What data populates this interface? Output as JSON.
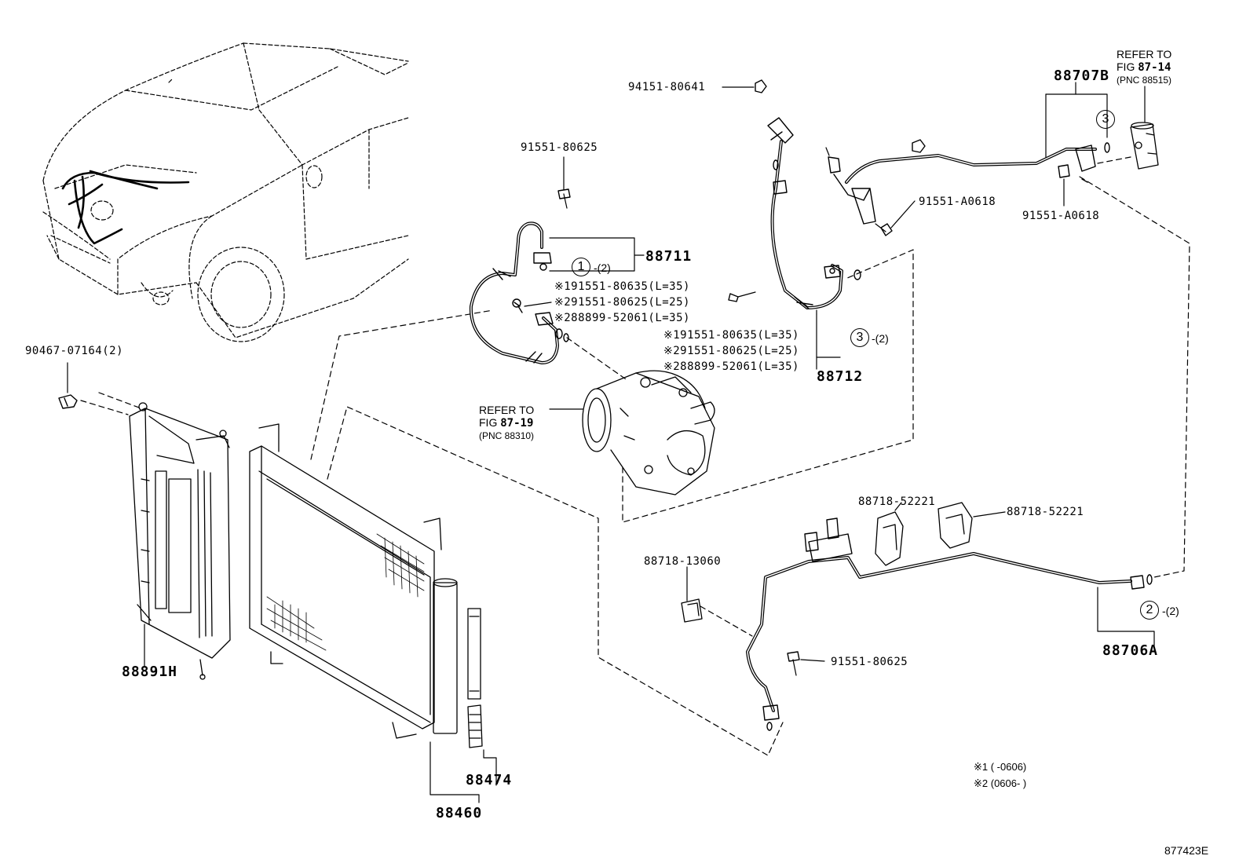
{
  "parts": {
    "bolt_90467": "90467-07164(2)",
    "shroud": "88891H",
    "condenser": "88460",
    "dryer": "88474",
    "bolt_top_hose": "91551-80625",
    "discharge_hose": "88711",
    "nut_94151": "94151-80641",
    "suction_hose": "88712",
    "pipe_88707b": "88707B",
    "bolt_a0618_left": "91551-A0618",
    "bolt_a0618_right": "91551-A0618",
    "pipe_88706a": "88706A",
    "clamp_top": "88718-52221",
    "clamp_right": "88718-52221",
    "clamp_13060": "88718-13060",
    "bolt_lower": "91551-80625",
    "diagram_id": "877423E"
  },
  "bolt_options_left": [
    {
      "mark": "※1",
      "part": "91551-80635",
      "len": "(L=35)"
    },
    {
      "mark": "※2",
      "part": "91551-80625",
      "len": "(L=25)"
    },
    {
      "mark": "※2",
      "part": "88899-52061",
      "len": "(L=35)"
    }
  ],
  "bolt_options_mid": [
    {
      "mark": "※1",
      "part": "91551-80635",
      "len": "(L=35)"
    },
    {
      "mark": "※2",
      "part": "91551-80625",
      "len": "(L=25)"
    },
    {
      "mark": "※2",
      "part": "88899-52061",
      "len": "(L=35)"
    }
  ],
  "references": {
    "compressor": {
      "line1": "REFER TO",
      "line2_prefix": "FIG",
      "line2_fig": "87-19",
      "line3": "(PNC 88310)"
    },
    "valve": {
      "line1": "REFER TO",
      "line2_prefix": "FIG",
      "line2_fig": "87-14",
      "line3": "(PNC 88515)"
    }
  },
  "circled": {
    "c1": {
      "num": "1",
      "qty": "-(2)"
    },
    "c2": {
      "num": "2",
      "qty": "-(2)"
    },
    "c3a": {
      "num": "3",
      "qty": ""
    },
    "c3b": {
      "num": "3",
      "qty": "-(2)"
    }
  },
  "footnotes": {
    "n1": "※1  (     -0606)",
    "n2": "※2  (0606-     )"
  }
}
